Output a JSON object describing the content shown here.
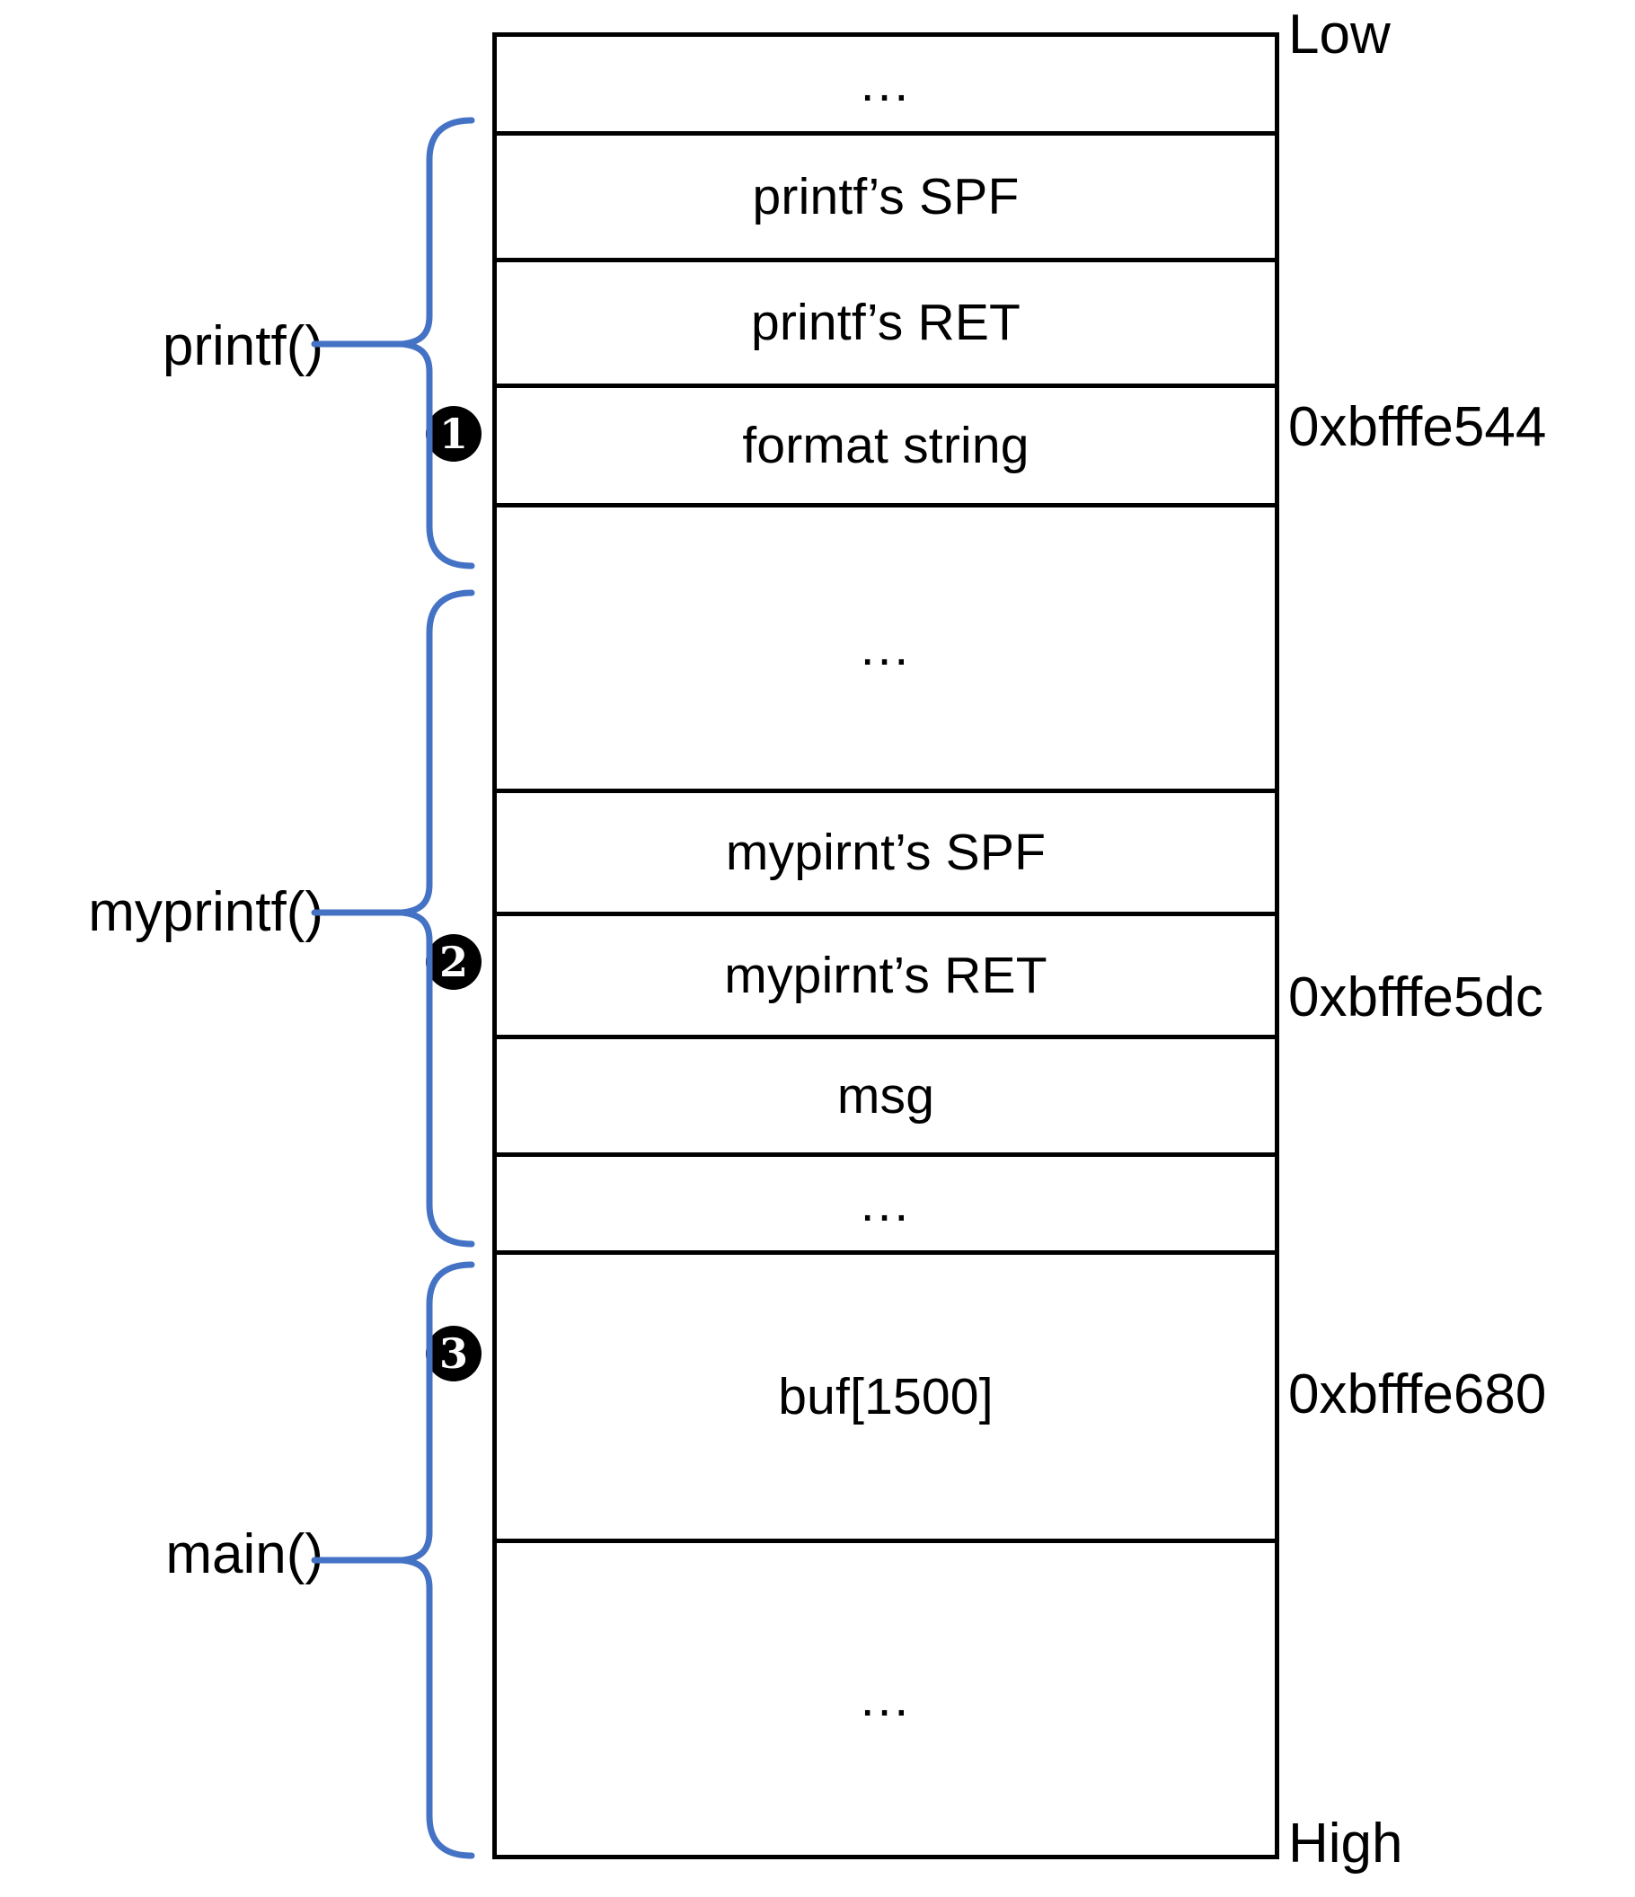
{
  "diagram": {
    "title": "Stack layout during format string vulnerability",
    "accent_color": "#4472c4",
    "line_color": "#000000",
    "memory_direction": {
      "low_label": "Low",
      "high_label": "High"
    }
  },
  "stack_cells": [
    {
      "id": "cell-top-gap",
      "label": "...",
      "kind": "ellipsis"
    },
    {
      "id": "cell-printf-spf",
      "label": "printf’s SPF",
      "kind": "frame"
    },
    {
      "id": "cell-printf-ret",
      "label": "printf’s RET",
      "kind": "frame"
    },
    {
      "id": "cell-format-string",
      "label": "format string",
      "kind": "frame"
    },
    {
      "id": "cell-myprintf-gap",
      "label": "...",
      "kind": "ellipsis"
    },
    {
      "id": "cell-myprint-spf",
      "label": "mypirnt’s SPF",
      "kind": "frame"
    },
    {
      "id": "cell-myprint-ret",
      "label": "mypirnt’s RET",
      "kind": "frame"
    },
    {
      "id": "cell-msg",
      "label": "msg",
      "kind": "frame"
    },
    {
      "id": "cell-main-gap",
      "label": "...",
      "kind": "ellipsis"
    },
    {
      "id": "cell-buf",
      "label": "buf[1500]",
      "kind": "frame"
    },
    {
      "id": "cell-bottom-gap",
      "label": "...",
      "kind": "ellipsis"
    }
  ],
  "addresses": [
    {
      "id": "addr-low",
      "value": "Low"
    },
    {
      "id": "addr-1",
      "value": "0xbfffe544"
    },
    {
      "id": "addr-2",
      "value": "0xbfffe5dc"
    },
    {
      "id": "addr-3",
      "value": "0xbfffe680"
    },
    {
      "id": "addr-high",
      "value": "High"
    }
  ],
  "frames": [
    {
      "id": "frame-printf",
      "label": "printf()"
    },
    {
      "id": "frame-myprintf",
      "label": "myprintf()"
    },
    {
      "id": "frame-main",
      "label": "main()"
    }
  ],
  "badges": [
    {
      "id": "badge-1",
      "value": "❶",
      "number": "1"
    },
    {
      "id": "badge-2",
      "value": "❷",
      "number": "2"
    },
    {
      "id": "badge-3",
      "value": "❸",
      "number": "3"
    }
  ]
}
